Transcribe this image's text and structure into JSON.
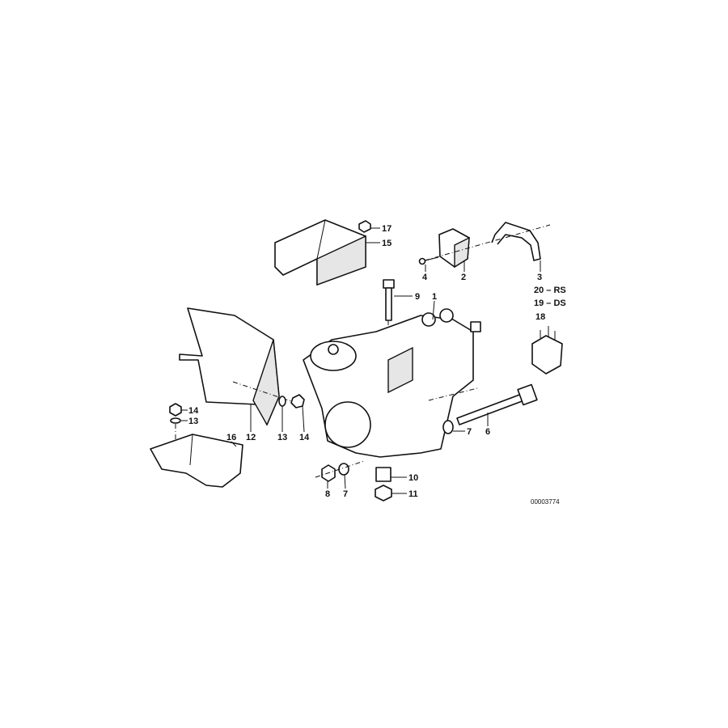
{
  "diagram": {
    "reference_number": "00003774",
    "callouts": {
      "c17": "17",
      "c15": "15",
      "c4": "4",
      "c2": "2",
      "c3": "3",
      "c20": "20 – RS",
      "c19": "19 – DS",
      "c18": "18",
      "c9": "9",
      "c1": "1",
      "c14a": "14",
      "c13a": "13",
      "c16": "16",
      "c12": "12",
      "c13b": "13",
      "c14b": "14",
      "c7a": "7",
      "c6": "6",
      "c8": "8",
      "c7b": "7",
      "c10": "10",
      "c11": "11"
    }
  }
}
